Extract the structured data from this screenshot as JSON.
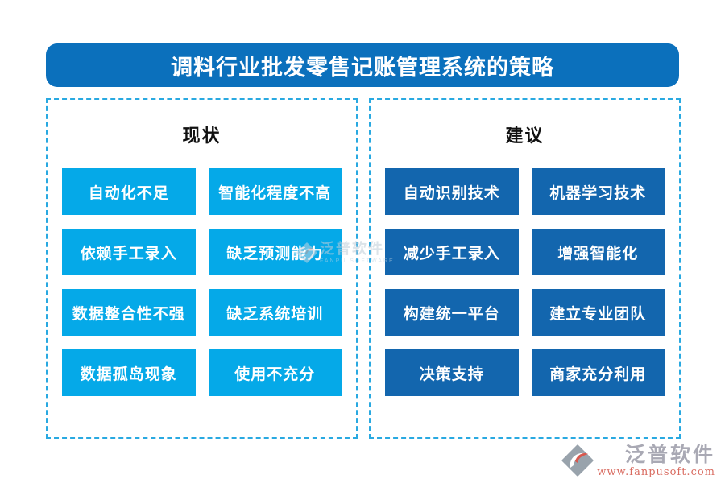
{
  "title": "调料行业批发零售记账管理系统的策略",
  "panels": [
    {
      "heading": "现状",
      "items": [
        "自动化不足",
        "智能化程度不高",
        "依赖手工录入",
        "缺乏预测能力",
        "数据整合性不强",
        "缺乏系统培训",
        "数据孤岛现象",
        "使用不充分"
      ]
    },
    {
      "heading": "建议",
      "items": [
        "自动识别技术",
        "机器学习技术",
        "减少手工录入",
        "增强智能化",
        "构建统一平台",
        "建立专业团队",
        "决策支持",
        "商家充分利用"
      ]
    }
  ],
  "watermark": {
    "brand": "泛普软件",
    "subtitle": "FANPU SOFTWARE"
  },
  "footer": {
    "brand": "泛普软件",
    "url": "www.fanpusoft.com"
  },
  "colors": {
    "title_bar": "#0b70bc",
    "status_block": "#05a9e8",
    "suggestion_block": "#1366ae",
    "panel_border": "#29a9e1",
    "footer_url": "#d96b60"
  }
}
